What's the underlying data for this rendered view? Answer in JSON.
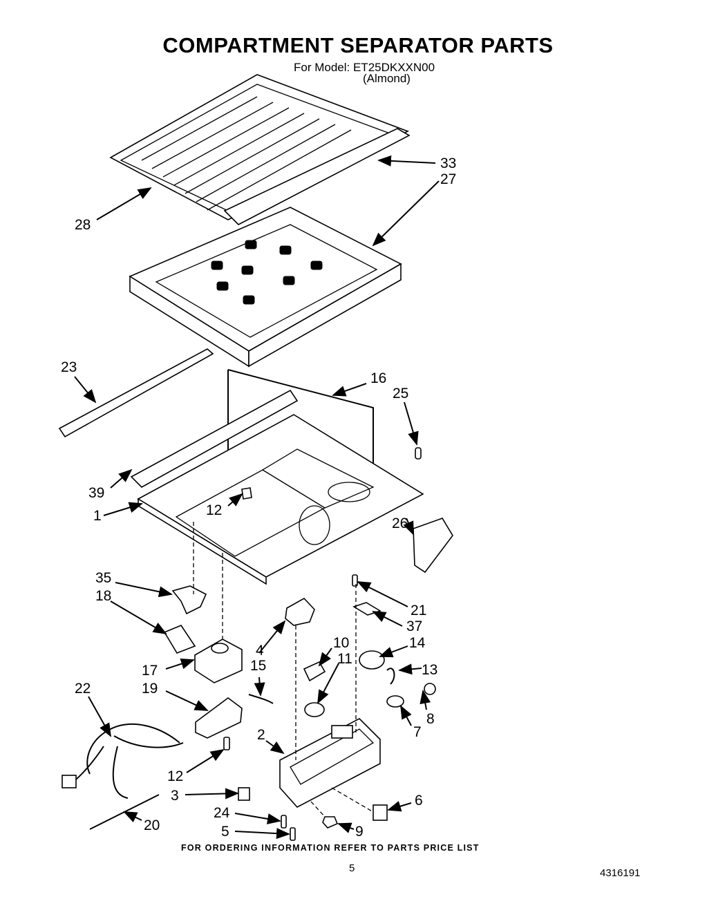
{
  "header": {
    "title": "COMPARTMENT SEPARATOR PARTS",
    "model_line": "For Model: ET25DKXXN00",
    "color_line": "(Almond)"
  },
  "callouts": [
    "33",
    "27",
    "28",
    "23",
    "16",
    "25",
    "39",
    "12",
    "1",
    "26",
    "35",
    "18",
    "21",
    "37",
    "4",
    "10",
    "14",
    "11",
    "15",
    "13",
    "17",
    "22",
    "19",
    "8",
    "7",
    "2",
    "12",
    "3",
    "6",
    "24",
    "9",
    "5",
    "20"
  ],
  "footer": {
    "ordering_note": "FOR ORDERING INFORMATION REFER TO PARTS PRICE LIST",
    "page_number": "5",
    "doc_number": "4316191"
  }
}
